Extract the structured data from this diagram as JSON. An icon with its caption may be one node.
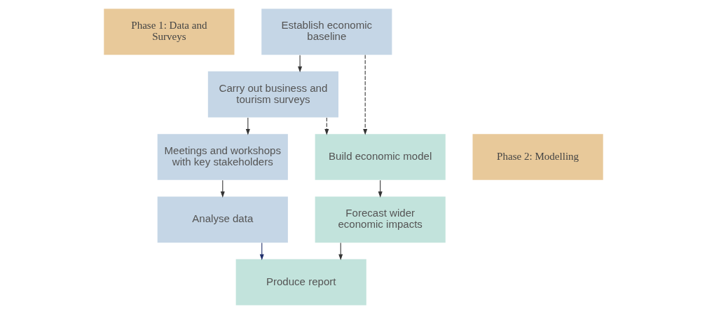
{
  "diagram": {
    "nodes": [
      {
        "text": [
          "Phase 1: Data and Surveys"
        ]
      },
      {
        "text": [
          "Establish economic baseline"
        ]
      },
      {
        "text": [
          "Carry out business and tourism surveys"
        ]
      },
      {
        "text": [
          "Meetings and workshops with key stakeholders"
        ]
      },
      {
        "text": [
          "Analyse data"
        ]
      },
      {
        "text": [
          "Build economic model"
        ]
      },
      {
        "text": [
          "Phase 2: Modelling"
        ]
      },
      {
        "text": [
          "Forecast wider economic impacts"
        ]
      },
      {
        "text": [
          "Produce report"
        ]
      }
    ],
    "edges": [
      {
        "from": 1,
        "to": 2,
        "arrow": "to"
      },
      {
        "from": 2,
        "to": 3,
        "arrow": "to"
      },
      {
        "from": 3,
        "to": 4,
        "arrow": "to"
      },
      {
        "from": 1,
        "to": 5,
        "arrow": "to",
        "style": "dashed"
      },
      {
        "from": 2,
        "to": 5,
        "arrow": "to",
        "style": "dashed"
      },
      {
        "from": 5,
        "to": 7,
        "arrow": "to"
      },
      {
        "from": 7,
        "to": 8,
        "arrow": "to"
      },
      {
        "from": 4,
        "to": 8,
        "arrow": "to",
        "color": "#1f2f6b"
      }
    ]
  }
}
